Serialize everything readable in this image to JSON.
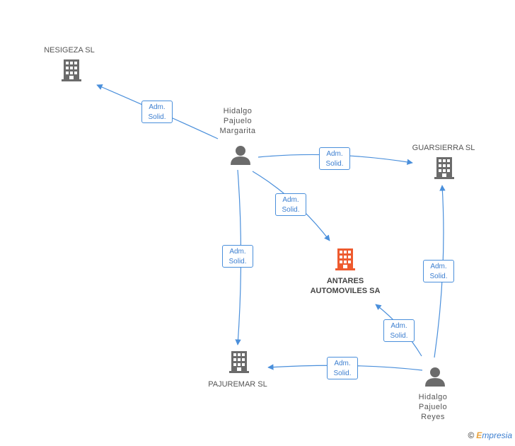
{
  "nodes": {
    "nesigeza": {
      "label": "NESIGEZA SL",
      "type": "company"
    },
    "guarsierra": {
      "label": "GUARSIERRA SL",
      "type": "company"
    },
    "antares": {
      "label_line1": "ANTARES",
      "label_line2": "AUTOMOVILES SA",
      "type": "company-main"
    },
    "pajuremar": {
      "label": "PAJUREMAR SL",
      "type": "company"
    },
    "person_margarita": {
      "line1": "Hidalgo",
      "line2": "Pajuelo",
      "line3": "Margarita",
      "type": "person"
    },
    "person_reyes": {
      "line1": "Hidalgo",
      "line2": "Pajuelo",
      "line3": "Reyes",
      "type": "person"
    }
  },
  "edges": [
    {
      "from": "person_margarita",
      "to": "nesigeza",
      "line1": "Adm.",
      "line2": "Solid."
    },
    {
      "from": "person_margarita",
      "to": "guarsierra",
      "line1": "Adm.",
      "line2": "Solid."
    },
    {
      "from": "person_margarita",
      "to": "antares",
      "line1": "Adm.",
      "line2": "Solid."
    },
    {
      "from": "person_margarita",
      "to": "pajuremar",
      "line1": "Adm.",
      "line2": "Solid."
    },
    {
      "from": "person_reyes",
      "to": "guarsierra",
      "line1": "Adm.",
      "line2": "Solid."
    },
    {
      "from": "person_reyes",
      "to": "antares",
      "line1": "Adm.",
      "line2": "Solid."
    },
    {
      "from": "person_reyes",
      "to": "pajuremar",
      "line1": "Adm.",
      "line2": "Solid."
    }
  ],
  "colors": {
    "edge": "#4a8fdb",
    "company_icon": "#6b6b6b",
    "main_company_icon": "#ee5a2e",
    "person_icon": "#6b6b6b"
  },
  "footer": {
    "copyright": "©",
    "brand_initial": "E",
    "brand_rest": "mpresia"
  }
}
